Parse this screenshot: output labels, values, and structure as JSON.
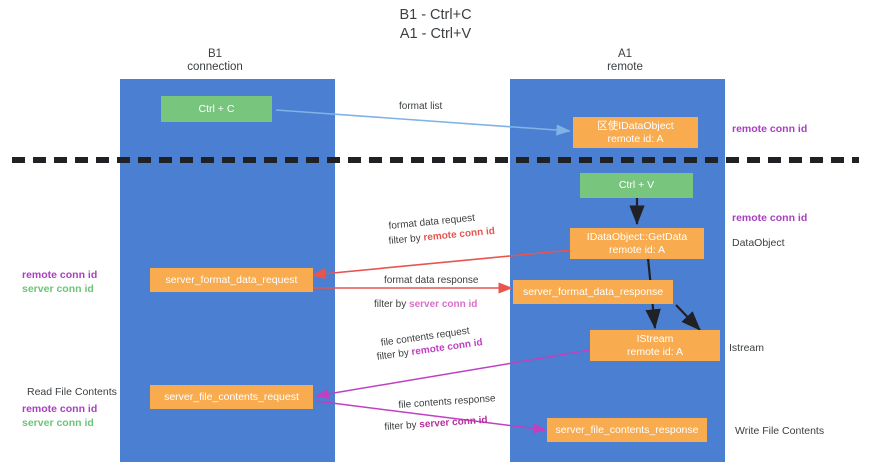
{
  "title": "B1 - Ctrl+C\nA1 - Ctrl+V",
  "columns": {
    "left": "B1\nconnection",
    "right": "A1\nremote"
  },
  "boxes": {
    "ctrl_c": "Ctrl + C",
    "ctrl_v": "Ctrl + V",
    "idataobject_line1": "区使IDataObject",
    "idataobject_line2": "remote id: A",
    "getdata_line1": "IDataObject::GetData",
    "getdata_line2": "remote id: A",
    "istream_line1": "IStream",
    "istream_line2": "remote id: A",
    "server_format_data_request": "server_format_data_request",
    "server_format_data_response": "server_format_data_response",
    "server_file_contents_request": "server_file_contents_request",
    "server_file_contents_response": "server_file_contents_response"
  },
  "annotations": {
    "right_remote_top": "remote conn id",
    "right_remote_mid": "remote conn id",
    "right_dataobject": "DataObject",
    "right_istream": "Istream",
    "right_write_file_contents": "Write File Contents",
    "left_remote_conn_id": "remote conn id",
    "left_server_conn_id": "server conn id",
    "left_read_file_contents": "Read File Contents",
    "left_remote_conn_id_2": "remote conn id",
    "left_server_conn_id_2": "server conn id"
  },
  "arrow_labels": {
    "format_list": "format list",
    "format_data_request": "format data request",
    "format_data_request_filter_prefix": "filter by ",
    "format_data_request_filter_key": "remote conn id",
    "format_data_response": "format data response",
    "format_data_response_filter_prefix": "filter by ",
    "format_data_response_filter_key": "server conn id",
    "file_contents_request": "file contents request",
    "file_contents_request_filter_prefix": "filter by ",
    "file_contents_request_filter_key": "remote conn id",
    "file_contents_response": "file contents response",
    "file_contents_response_filter_prefix": "filter by ",
    "file_contents_response_filter_key": "server conn id"
  },
  "colors": {
    "lane": "#4a7fd1",
    "green_box": "#78c67d",
    "orange_box": "#f8ab4f",
    "purple_text": "#a93ec1",
    "green_text": "#6cc47a",
    "red_arrow": "#e8554f",
    "pink_arrow": "#d96fc8",
    "blue_arrow": "#7fb2e5",
    "black_arrow": "#202124"
  }
}
